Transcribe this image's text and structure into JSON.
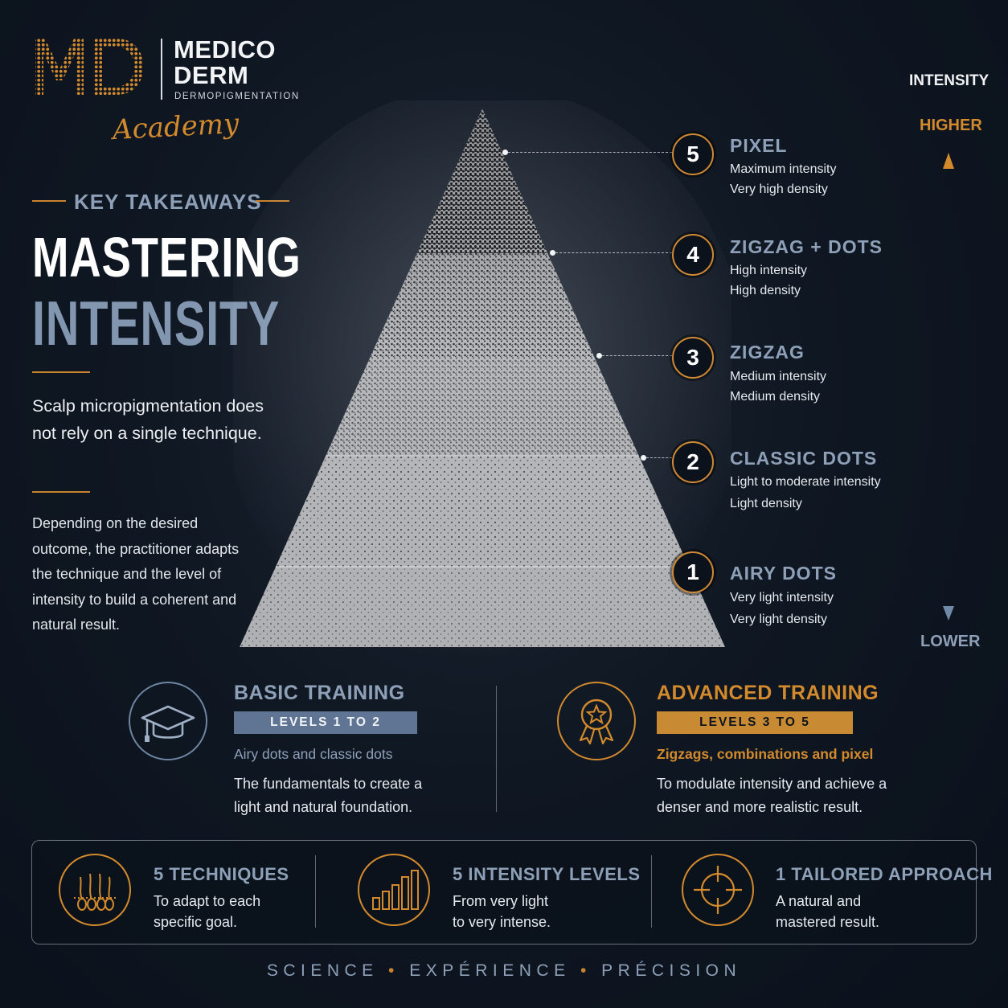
{
  "brand": {
    "monogram": "MD",
    "name_line1": "MEDICO",
    "name_line2": "DERM",
    "tagline": "DERMOPIGMENTATION",
    "academy": "Academy"
  },
  "intro": {
    "eyebrow": "KEY TAKEAWAYS",
    "title_line1": "MASTERING",
    "title_line2": "INTENSITY",
    "lead": "Scalp micropigmentation does not rely on a single technique.",
    "body": "Depending on the desired outcome, the practitioner adapts the technique and the level of intensity to build a coherent and natural result."
  },
  "levels": [
    {
      "number": "5",
      "name": "PIXEL",
      "line1": "Maximum intensity",
      "line2": "Very high density"
    },
    {
      "number": "4",
      "name": "ZIGZAG + DOTS",
      "line1": "High intensity",
      "line2": "High density"
    },
    {
      "number": "3",
      "name": "ZIGZAG",
      "line1": "Medium intensity",
      "line2": "Medium density"
    },
    {
      "number": "2",
      "name": "CLASSIC DOTS",
      "line1": "Light to moderate intensity",
      "line2": "Light density"
    },
    {
      "number": "1",
      "name": "AIRY DOTS",
      "line1": "Very light intensity",
      "line2": "Very light density"
    }
  ],
  "intensity_axis": {
    "title": "INTENSITY",
    "high": "HIGHER",
    "low": "LOWER"
  },
  "training": {
    "basic": {
      "title": "BASIC TRAINING",
      "levels": "LEVELS 1 TO 2",
      "subtitle": "Airy dots and classic dots",
      "body": "The fundamentals to create a light and natural foundation.",
      "icon": "graduation-cap-icon"
    },
    "advanced": {
      "title": "ADVANCED TRAINING",
      "levels": "LEVELS 3 TO 5",
      "subtitle": "Zigzags, combinations and pixel",
      "body": "To modulate intensity and achieve a denser and more realistic result.",
      "icon": "award-badge-icon"
    }
  },
  "stats": [
    {
      "title": "5 TECHNIQUES",
      "line1": "To adapt to each",
      "line2": "specific goal.",
      "icon": "hair-follicles-icon"
    },
    {
      "title": "5 INTENSITY LEVELS",
      "line1": "From very light",
      "line2": "to very intense.",
      "icon": "bar-chart-icon"
    },
    {
      "title": "1 TAILORED APPROACH",
      "line1": "A natural and",
      "line2": "mastered result.",
      "icon": "crosshair-icon"
    }
  ],
  "footer": {
    "item1": "SCIENCE",
    "item2": "EXPÉRIENCE",
    "item3": "PRÉCISION",
    "separator": "•"
  },
  "colors": {
    "accent_orange": "#d38a2d",
    "accent_slate": "#8ea0b8",
    "background": "#0f1722"
  }
}
